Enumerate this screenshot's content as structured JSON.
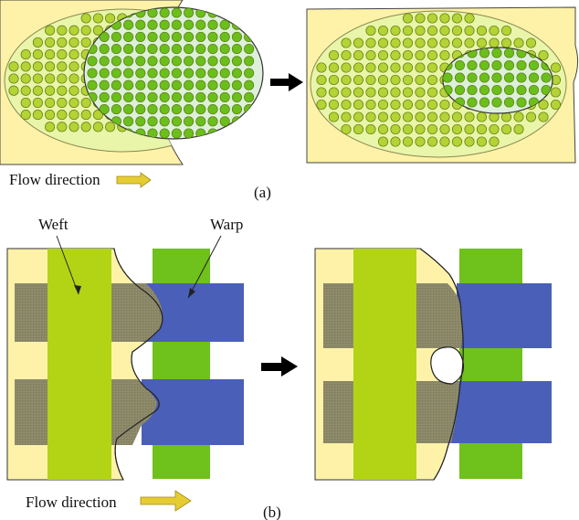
{
  "labels": {
    "flow_direction_top": "Flow direction",
    "panel_a": "(a)",
    "weft": "Weft",
    "warp": "Warp",
    "flow_direction_bottom": "Flow direction",
    "panel_b": "(b)"
  },
  "colors": {
    "resin": "#fdf2a8",
    "tow_fill": "#e9f5a9",
    "fibre_light": "#b4d334",
    "fibre_dark": "#6bbf1a",
    "bundle_fill": "#dcf0da",
    "weft": "#b2d414",
    "warp": "#6fc11b",
    "blue_tow": "#4a5fb8",
    "gray_tow": "#8f8c6c",
    "arrow": "#e6cc33",
    "outline": "#444444",
    "process_arrow": "#000000"
  }
}
